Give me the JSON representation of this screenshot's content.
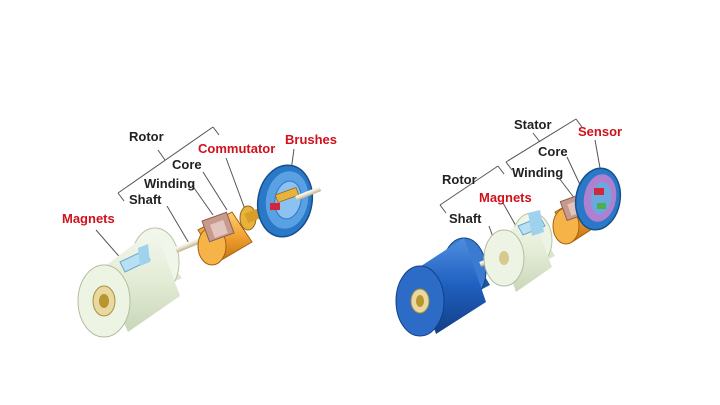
{
  "brushed_motor": {
    "labels": {
      "rotor": "Rotor",
      "core": "Core",
      "commutator": "Commutator",
      "brushes": "Brushes",
      "winding": "Winding",
      "shaft": "Shaft",
      "magnets": "Magnets"
    }
  },
  "brushless_motor": {
    "labels": {
      "stator": "Stator",
      "sensor": "Sensor",
      "core": "Core",
      "rotor": "Rotor",
      "winding": "Winding",
      "magnets": "Magnets",
      "shaft": "Shaft"
    }
  },
  "colors": {
    "highlight_label": "#d0111b",
    "label": "#222222",
    "housing_white": "#e6efdc",
    "housing_blue": "#1f5fbf",
    "core_orange": "#f0a030",
    "endcap_blue": "#2a78c8"
  }
}
